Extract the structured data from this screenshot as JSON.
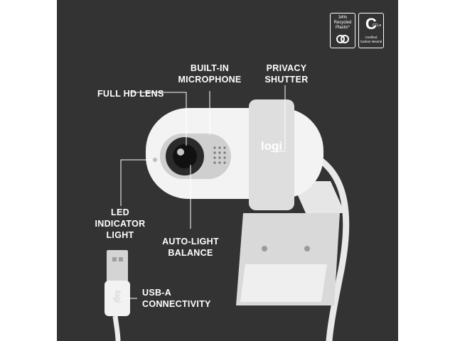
{
  "features": {
    "full_hd_lens": "FULL HD LENS",
    "microphone": "BUILT-IN\nMICROPHONE",
    "privacy_shutter": "PRIVACY\nSHUTTER",
    "led_light": "LED INDICATOR\nLIGHT",
    "auto_light": "AUTO-LIGHT\nBALANCE",
    "usb": "USB-A\nCONNECTIVITY"
  },
  "badges": {
    "recycled": "34%\nRecycled\nPlastic*",
    "carbon_symbol": "C",
    "carbon_sub": "CO₂e",
    "carbon_text": "Certified\nCarbon Neutral"
  },
  "brand": {
    "logo": "logi"
  },
  "colors": {
    "background": "#333333",
    "product_white": "#f2f2f2",
    "shutter_gray": "#dcdcdc",
    "leader_line": "#ffffff"
  }
}
